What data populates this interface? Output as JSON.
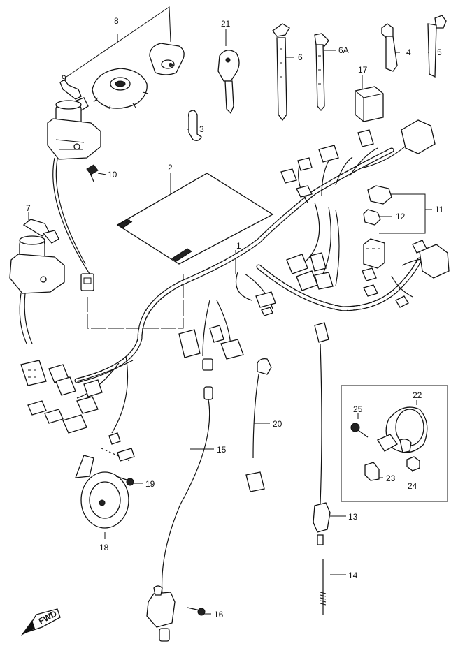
{
  "callouts": {
    "c1": "1",
    "c2": "2",
    "c3": "3",
    "c4": "4",
    "c5": "5",
    "c6": "6",
    "c6a": "6A",
    "c7": "7",
    "c8": "8",
    "c9": "9",
    "c10": "10",
    "c11": "11",
    "c12": "12",
    "c13": "13",
    "c14": "14",
    "c15": "15",
    "c16": "16",
    "c17": "17",
    "c18": "18",
    "c19": "19",
    "c20": "20",
    "c21": "21",
    "c22": "22",
    "c23": "23",
    "c24": "24",
    "c25": "25"
  },
  "direction_badge": "FWD"
}
